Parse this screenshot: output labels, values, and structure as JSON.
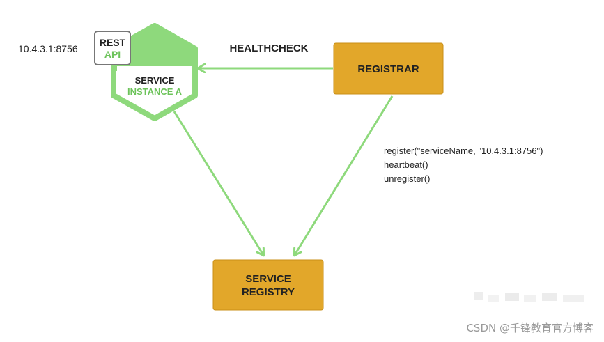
{
  "service": {
    "address": "10.4.3.1:8756",
    "badge_line1": "REST",
    "badge_line2": "API",
    "label_line1": "SERVICE",
    "label_line2": "INSTANCE A"
  },
  "registrar": {
    "label": "REGISTRAR"
  },
  "registry": {
    "label_line1": "SERVICE",
    "label_line2": "REGISTRY"
  },
  "healthcheck": {
    "label": "HEALTHCHECK"
  },
  "registrar_calls": {
    "line1": "register(\"serviceName, \"10.4.3.1:8756\")",
    "line2": "heartbeat()",
    "line3": "unregister()"
  },
  "watermark": {
    "text": "CSDN @千锋教育官方博客"
  },
  "colors": {
    "green": "#8ed97c",
    "green_text": "#6cc35a",
    "gold": "#e2a72a",
    "gold_border": "#c98f17",
    "dark_text": "#222222"
  }
}
